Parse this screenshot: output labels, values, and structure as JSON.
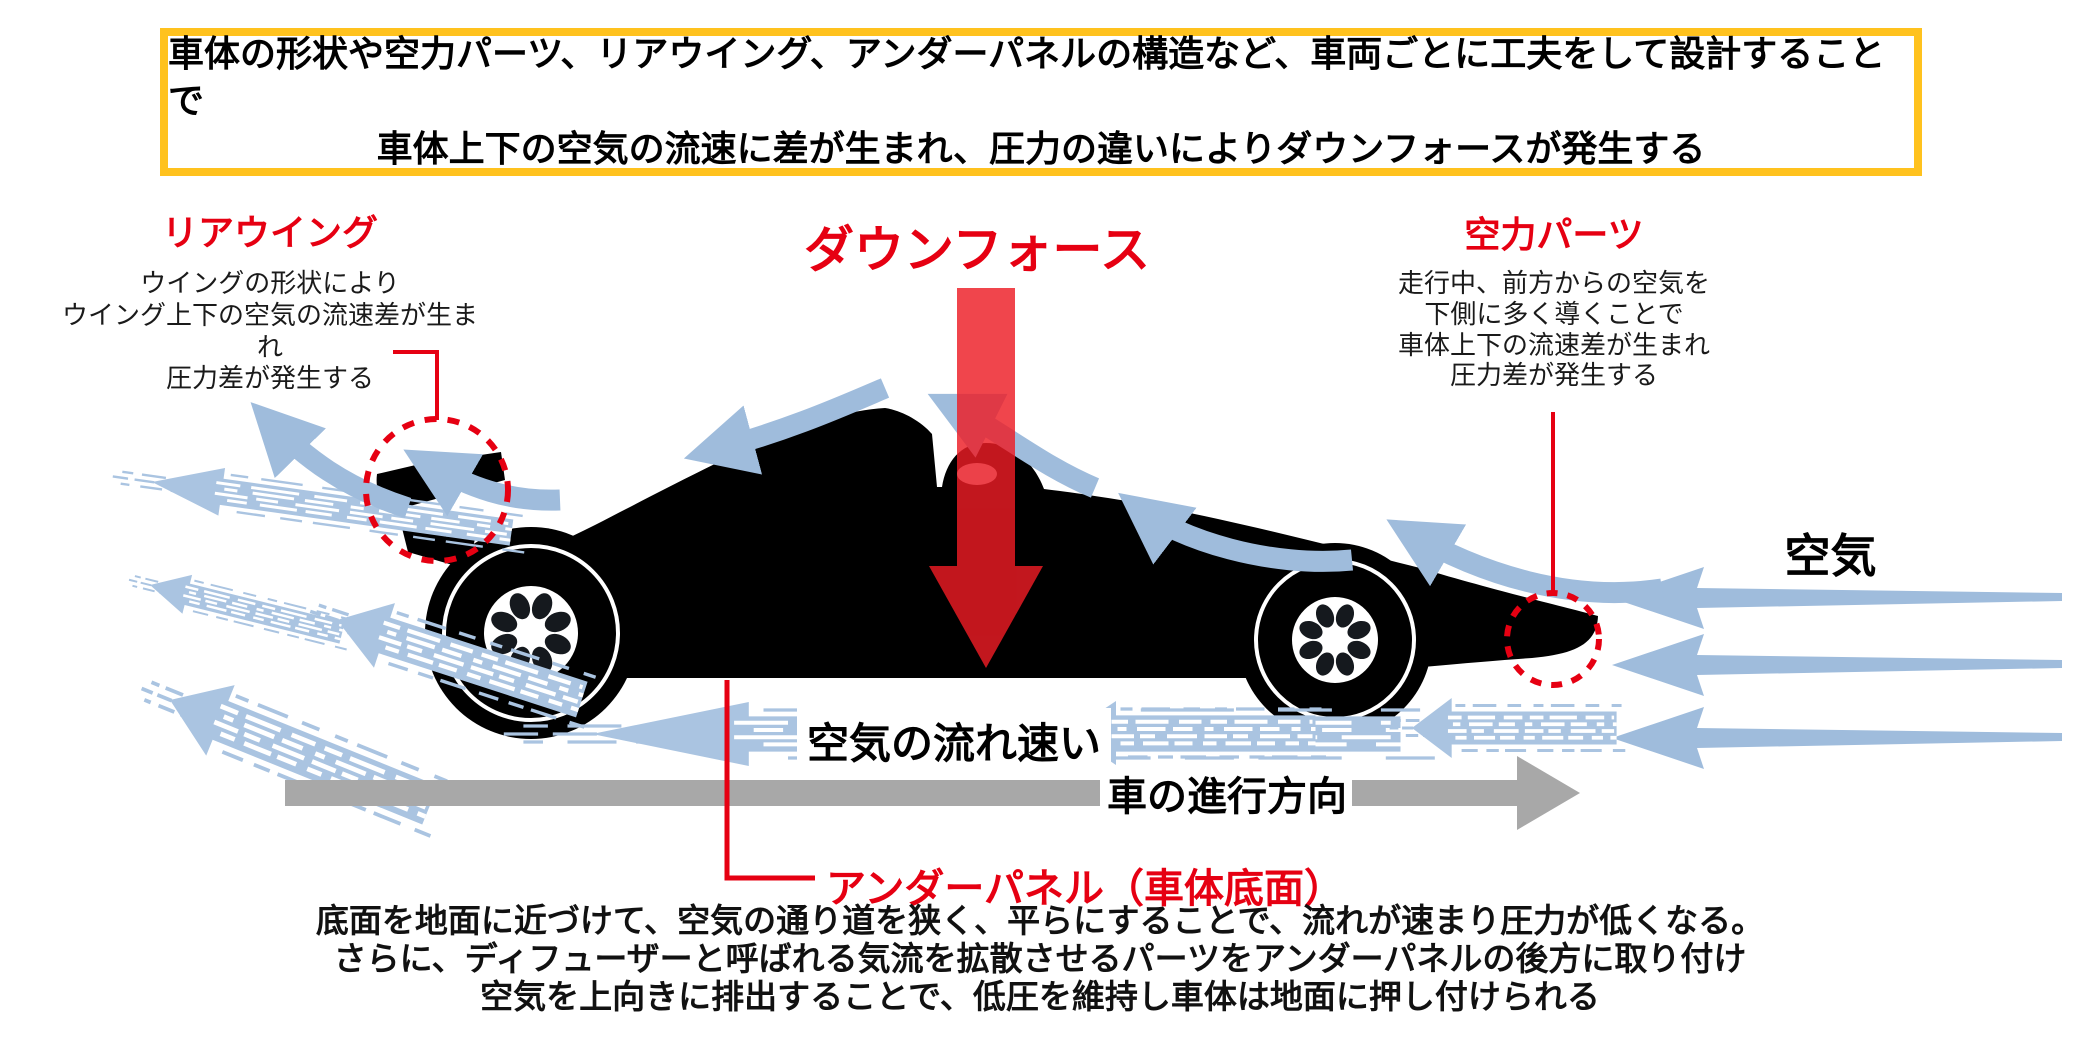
{
  "colors": {
    "accent_red": "#e60012",
    "downforce_arrow_red": "#ed1c24",
    "airflow_blue": "#9fbcdc",
    "sketchy_flow_blue": "#aac4e1",
    "direction_gray": "#a8a8a8",
    "header_border_yellow": "#ffc21e",
    "car_black": "#000000"
  },
  "header_box": {
    "line1": "車体の形状や空力パーツ、リアウイング、アンダーパネルの構造など、車両ごとに工夫をして設計することで",
    "line2": "車体上下の空気の流速に差が生まれ、圧力の違いによりダウンフォースが発生する"
  },
  "downforce": {
    "title": "ダウンフォース"
  },
  "rear_wing": {
    "title": "リアウイング",
    "desc_lines": [
      "ウイングの形状により",
      "ウイング上下の空気の流速差が生まれ",
      "圧力差が発生する"
    ]
  },
  "aero_parts": {
    "title": "空力パーツ",
    "desc_lines": [
      "走行中、前方からの空気を",
      "下側に多く導くことで",
      "車体上下の流速差が生まれ",
      "圧力差が発生する"
    ]
  },
  "air": {
    "label": "空気"
  },
  "under_car": {
    "label": "空気の流れ速い"
  },
  "direction": {
    "label": "車の進行方向"
  },
  "under_panel": {
    "title": "アンダーパネル（車体底面）",
    "desc_lines": [
      "底面を地面に近づけて、空気の通り道を狭く、平らにすることで、流れが速まり圧力が低くなる。",
      "さらに、ディフューザーと呼ばれる気流を拡散させるパーツをアンダーパネルの後方に取り付け",
      "空気を上向きに排出することで、低圧を維持し車体は地面に押し付けられる"
    ]
  }
}
